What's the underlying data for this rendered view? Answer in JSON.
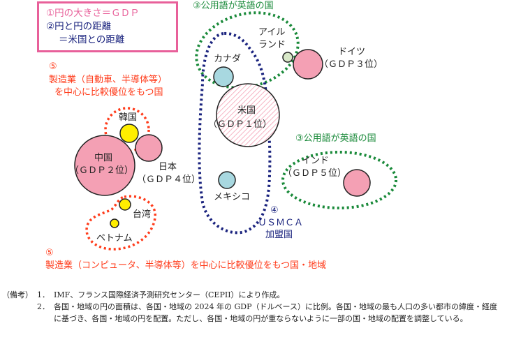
{
  "legend": {
    "line1": "①円の大きさ＝ＧＤＰ",
    "line2": "②円と円の距離",
    "line3": "＝米国との距離"
  },
  "annotations": {
    "english_top": "③公用語が英語の国",
    "english_right": "③公用語が英語の国",
    "mfg_auto_num": "⑤",
    "mfg_auto_line1": "製造業（自動車、半導体等）",
    "mfg_auto_line2": "を中心に比較優位をもつ国",
    "usmca_num": "④",
    "usmca_line1": "ＵＳＭＣＡ",
    "usmca_line2": "加盟国",
    "mfg_comp_num": "⑤",
    "mfg_comp_line": "製造業（コンピュータ、半導体等）を中心に比較優位をもつ国・地域"
  },
  "countries": {
    "ireland_1": "アイル",
    "ireland_2": "ランド",
    "germany_1": "ドイツ",
    "germany_2": "（ＧＤＰ３位）",
    "canada": "カナダ",
    "us_1": "米国",
    "us_2": "（ＧＤＰ１位）",
    "mexico": "メキシコ",
    "india_1": "インド",
    "india_2": "（ＧＤＰ５位）",
    "korea": "韓国",
    "china_1": "中国",
    "china_2": "（ＧＤＰ２位）",
    "japan_1": "日本",
    "japan_2": "（ＧＤＰ４位）",
    "taiwan": "台湾",
    "vietnam": "ベトナム"
  },
  "notes": {
    "label": "（備考）",
    "items": [
      {
        "num": "1．",
        "text": "IMF、フランス国際経済予測研究センター（CEPII）により作成。"
      },
      {
        "num": "2．",
        "text": "各国・地域の円の面積は、各国・地域の 2024 年の GDP（ドルベース）に比例。各国・地域の最も人口の多い都市の緯度・経度に基づき、各国・地域の円を配置。ただし、各国・地域の円が重ならないように一部の国・地域の配置を調整している。"
      }
    ]
  },
  "colors": {
    "pink": "#f4a0b4",
    "yellow": "#ffee00",
    "lightblue": "#a8d8e0",
    "green": "#1a8a3a",
    "navy": "#1a237e",
    "red": "#ff3b1a",
    "legend_border": "#e8609a"
  }
}
